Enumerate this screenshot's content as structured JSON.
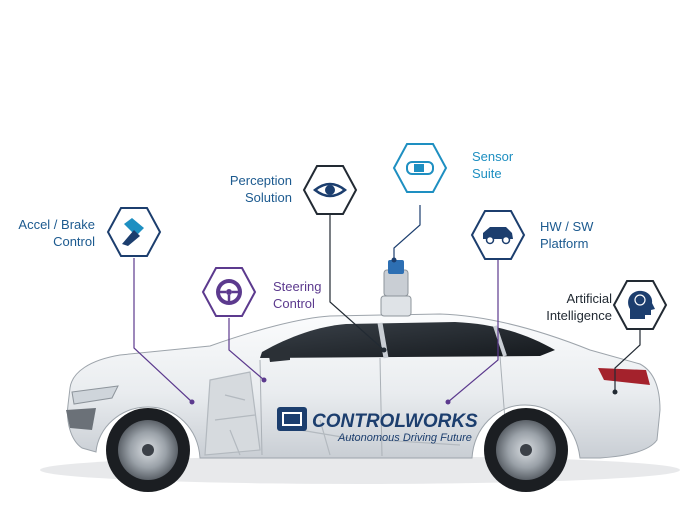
{
  "features": {
    "accel_brake": "Accel / Brake\nControl",
    "steering": "Steering\nControl",
    "perception": "Perception\nSolution",
    "sensor": "Sensor\nSuite",
    "hwsw": "HW / SW\nPlatform",
    "ai": "Artificial\nIntelligence"
  },
  "brand": {
    "name": "CONTROLWORKS",
    "tagline": "Autonomous Driving Future"
  },
  "icons": {
    "accel_brake": "pedals-icon",
    "steering": "steering-wheel-icon",
    "perception": "eye-icon",
    "sensor": "car-top-view-icon",
    "hwsw": "car-side-icon",
    "ai": "brain-head-icon"
  },
  "colors": {
    "navy": "#1c3e6e",
    "teal": "#1e8fc1",
    "purple": "#5c3a8e",
    "dark": "#222a33",
    "car_body": "#eef0f2"
  }
}
